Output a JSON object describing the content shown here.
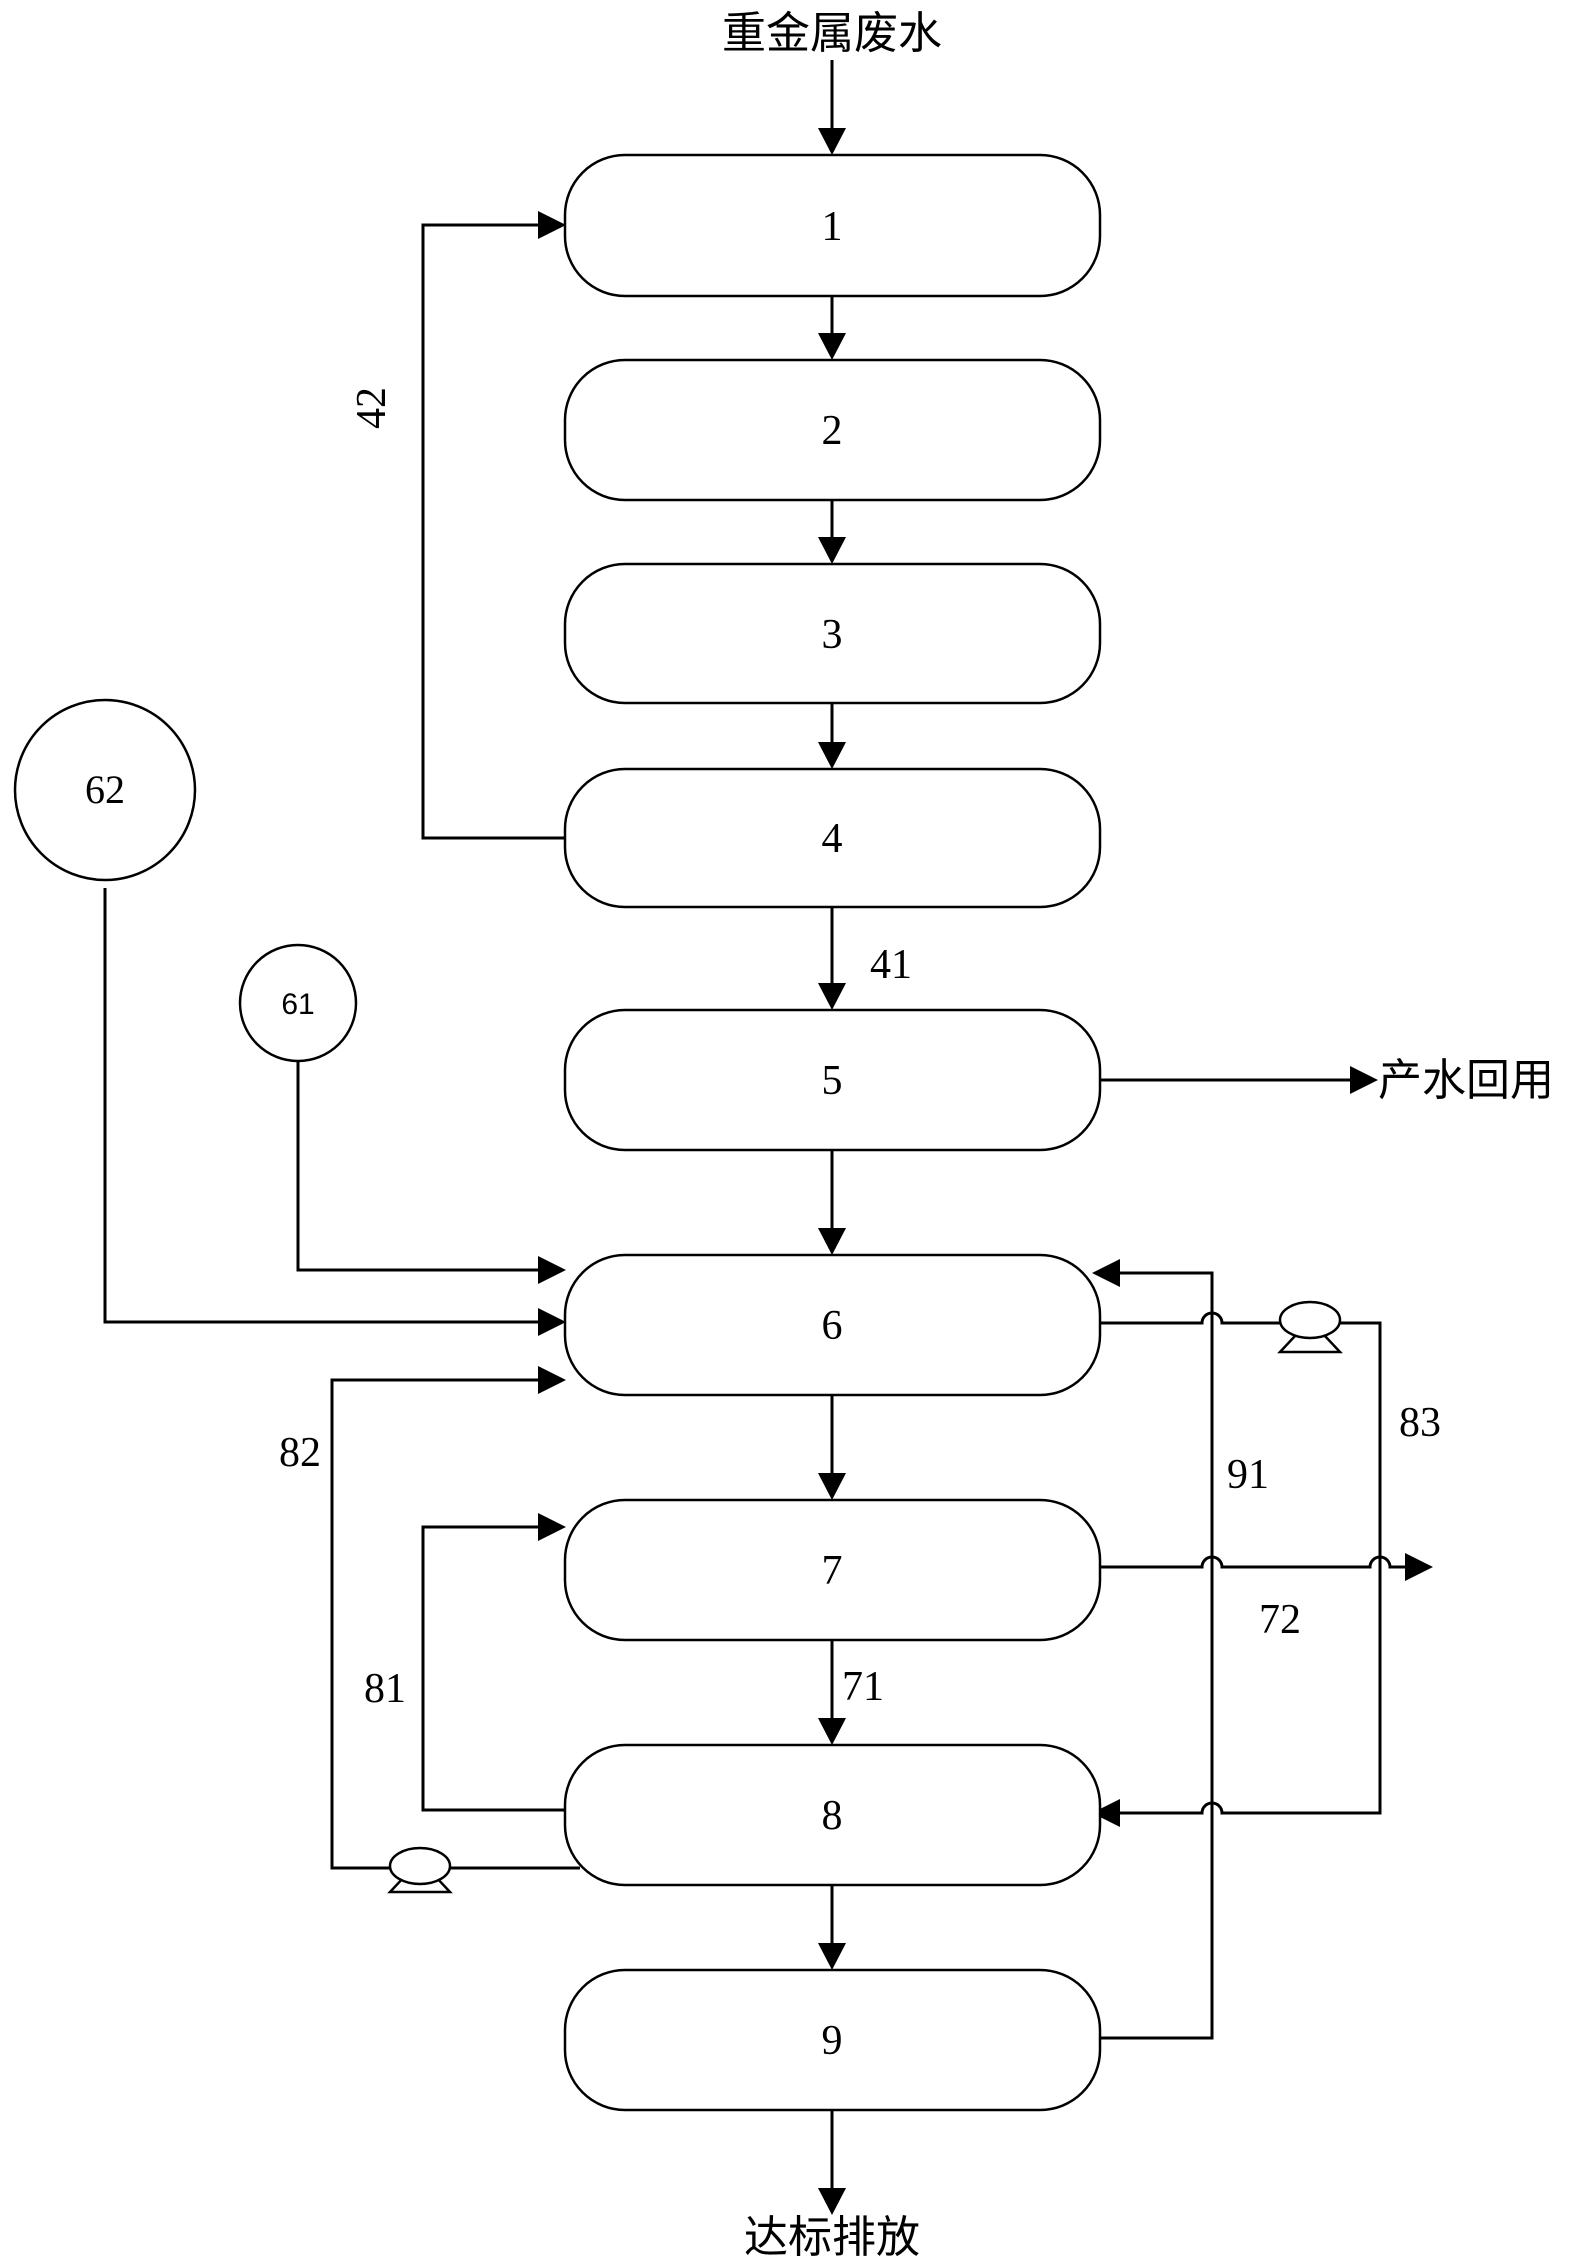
{
  "diagram": {
    "inputs": {
      "top": "重金属废水"
    },
    "outputs": {
      "reuse": "产水回用",
      "discharge": "达标排放"
    },
    "units": [
      {
        "id": "1",
        "label": "1"
      },
      {
        "id": "2",
        "label": "2"
      },
      {
        "id": "3",
        "label": "3"
      },
      {
        "id": "4",
        "label": "4"
      },
      {
        "id": "5",
        "label": "5"
      },
      {
        "id": "6",
        "label": "6"
      },
      {
        "id": "7",
        "label": "7"
      },
      {
        "id": "8",
        "label": "8"
      },
      {
        "id": "9",
        "label": "9"
      }
    ],
    "tanks": [
      {
        "id": "62",
        "label": "62"
      },
      {
        "id": "61",
        "label": "61"
      }
    ],
    "streams": {
      "s42": "42",
      "s41": "41",
      "s82": "82",
      "s91": "91",
      "s83": "83",
      "s72": "72",
      "s81": "81",
      "s71": "71"
    }
  }
}
